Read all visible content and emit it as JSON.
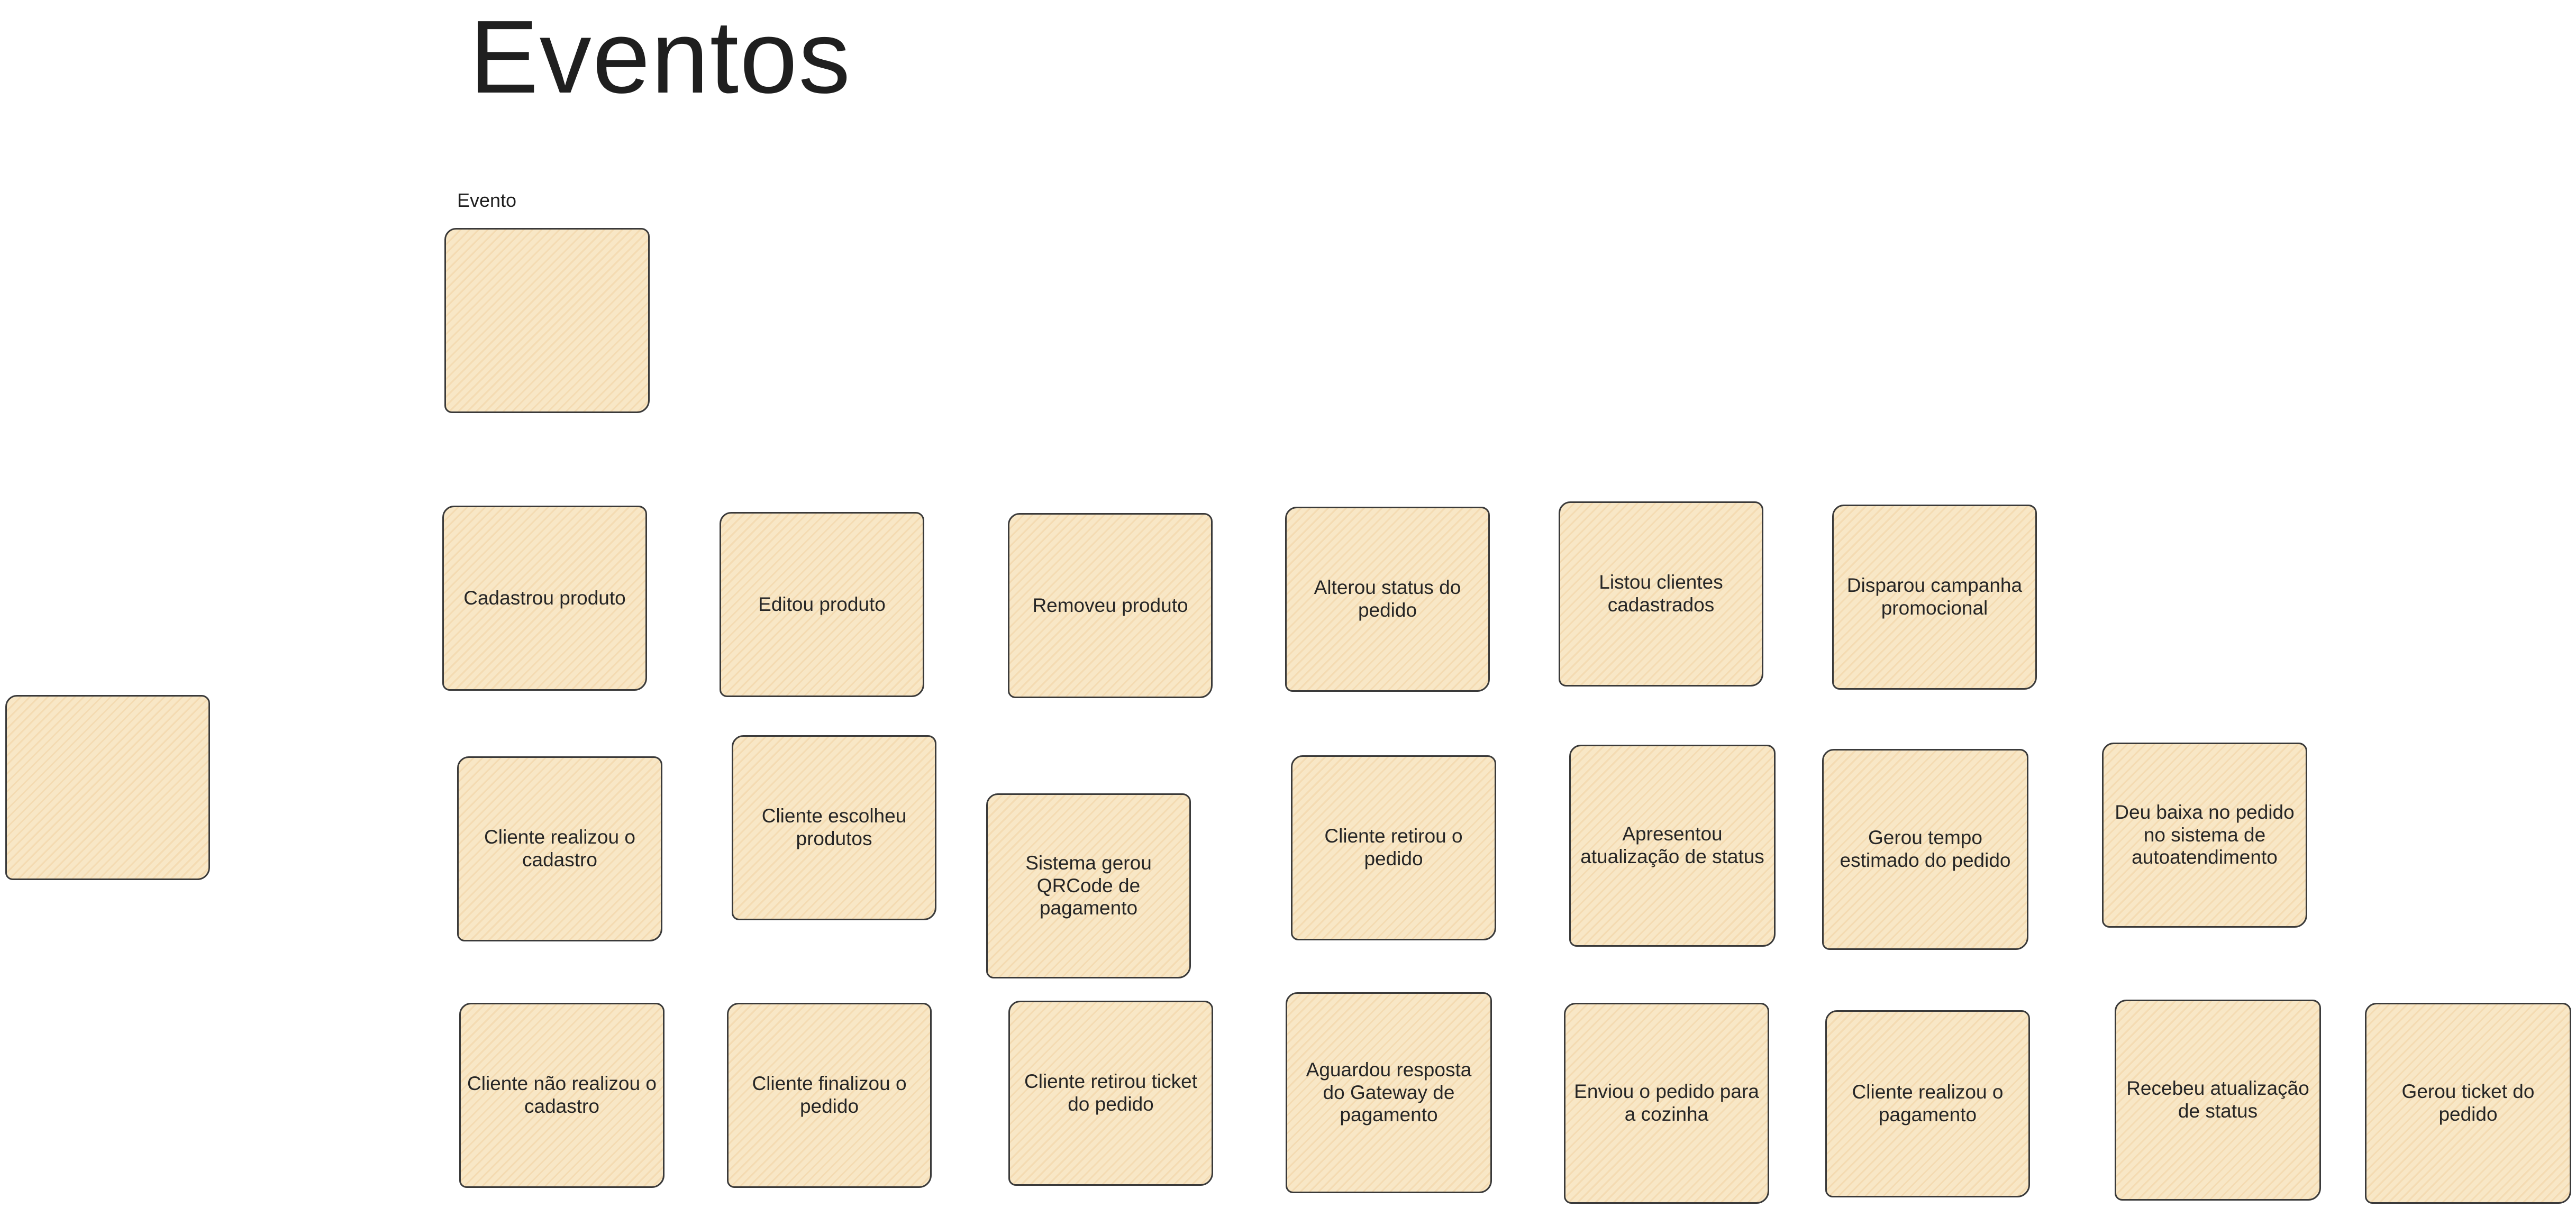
{
  "title": "Eventos",
  "legend": {
    "label": "Evento",
    "note_text": ""
  },
  "colors": {
    "note_fill": "#f8e7c6",
    "note_hatch": "#ecc48c",
    "note_border": "#3a3a3a",
    "text": "#1f1f1f"
  },
  "events": {
    "row1": [
      "Cadastrou produto",
      "Editou produto",
      "Removeu produto",
      "Alterou status do pedido",
      "Listou clientes cadastrados",
      "Disparou campanha promocional"
    ],
    "row2": [
      "Cliente realizou o cadastro",
      "Cliente escolheu produtos",
      "Sistema gerou QRCode de pagamento",
      "Cliente retirou o pedido",
      "Apresentou atualização de status",
      "Gerou tempo estimado do pedido",
      "Deu baixa no pedido no sistema de autoatendimento"
    ],
    "row3": [
      "Cliente não realizou o cadastro",
      "Cliente finalizou o pedido",
      "Cliente retirou ticket do pedido",
      "Aguardou resposta do Gateway de pagamento",
      "Enviou o pedido para a cozinha",
      "Cliente realizou o pagamento",
      "Recebeu atualização de status",
      "Gerou ticket do pedido"
    ]
  },
  "blank_note": ""
}
